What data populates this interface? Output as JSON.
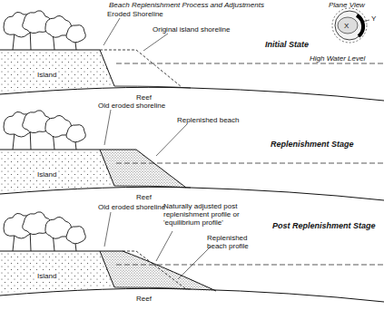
{
  "diagram": {
    "title": "Beach Replenishment Process and Adjustments",
    "labels": [
      "Plane View",
      "X",
      "Y",
      "Eroded Shoreline",
      "Original island shoreline",
      "Initial State",
      "High Water Level",
      "Island",
      "Reef",
      "Old eroded shoreline",
      "Replenished beach",
      "Replenishment Stage",
      "Island",
      "Reef",
      "Old eroded shoreline",
      "Naturally adjusted post replenishment profile or 'equilibrium profile'",
      "Replenished beach profile",
      "Post Replenishment Stage",
      "Island",
      "Reef"
    ]
  }
}
